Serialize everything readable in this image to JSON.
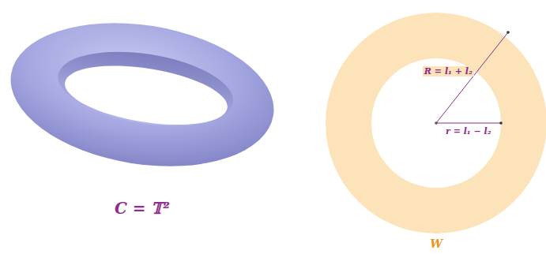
{
  "diagram": {
    "labels": [
      "C = 𝕋²",
      "R = l₁ + l₂",
      "r = l₁ − l₂",
      "W"
    ]
  }
}
